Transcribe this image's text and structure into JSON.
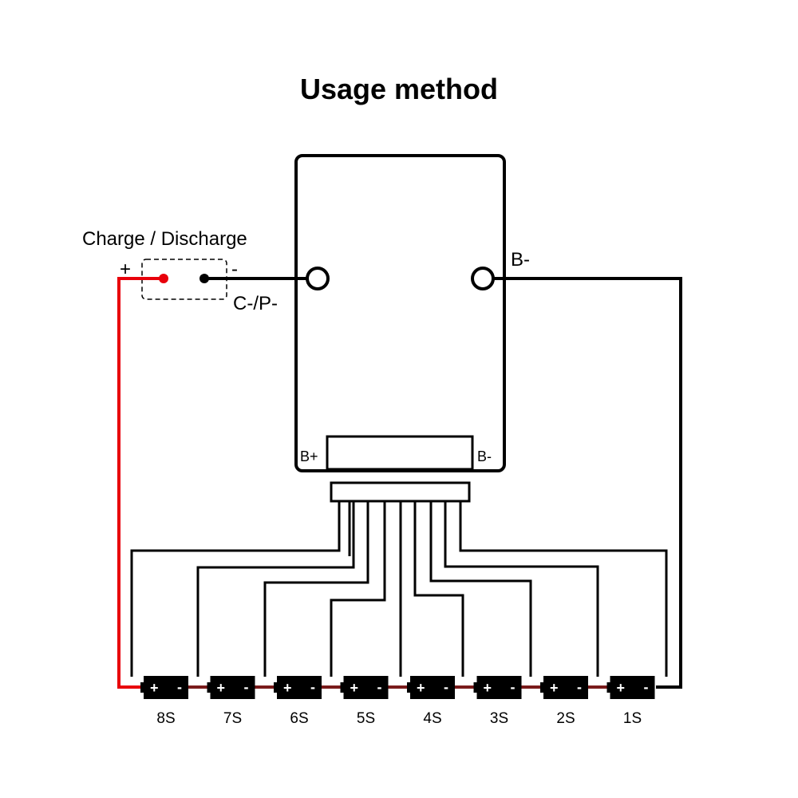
{
  "title": "Usage method",
  "labels": {
    "charge_discharge": "Charge / Discharge",
    "plus": "+",
    "minus": "-",
    "c_p_minus": "C-/P-",
    "b_minus_top": "B-",
    "b_plus_bottom": "B+",
    "b_minus_bottom": "B-"
  },
  "cells": [
    {
      "label": "8S",
      "plus": "+",
      "minus": "-"
    },
    {
      "label": "7S",
      "plus": "+",
      "minus": "-"
    },
    {
      "label": "6S",
      "plus": "+",
      "minus": "-"
    },
    {
      "label": "5S",
      "plus": "+",
      "minus": "-"
    },
    {
      "label": "4S",
      "plus": "+",
      "minus": "-"
    },
    {
      "label": "3S",
      "plus": "+",
      "minus": "-"
    },
    {
      "label": "2S",
      "plus": "+",
      "minus": "-"
    },
    {
      "label": "1S",
      "plus": "+",
      "minus": "-"
    }
  ],
  "colors": {
    "positive_wire": "#e8000b",
    "negative_wire": "#000000",
    "series_link": "#7a1b1b",
    "cell_body": "#000000"
  }
}
